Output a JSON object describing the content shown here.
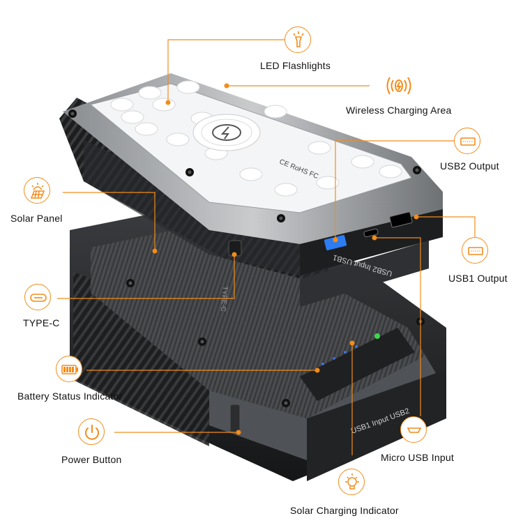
{
  "accent_color": "#f28c1a",
  "labels": {
    "led_flashlights": "LED Flashlights",
    "wireless_charging_area": "Wireless Charging Area",
    "usb2_output": "USB2 Output",
    "solar_panel": "Solar Panel",
    "usb1_output": "USB1 Output",
    "type_c": "TYPE-C",
    "battery_status_indicator": "Battery Status Indicator",
    "micro_usb_input": "Micro USB Input",
    "power_button": "Power Button",
    "solar_charging_indicator": "Solar Charging Indicator"
  },
  "device_text": {
    "port_labels_upper": "USB2  Input  USB1",
    "port_labels_lower": "USB1  Input  USB2",
    "type_c_mark": "TYPE-C",
    "certification_marks": "CE RoHS FC"
  },
  "icons": [
    "flashlight-icon",
    "wireless-charging-icon",
    "usb-port-icon",
    "solar-panel-icon",
    "usb-port-icon",
    "type-c-port-icon",
    "battery-icon",
    "power-icon",
    "micro-usb-port-icon",
    "lightbulb-icon"
  ]
}
